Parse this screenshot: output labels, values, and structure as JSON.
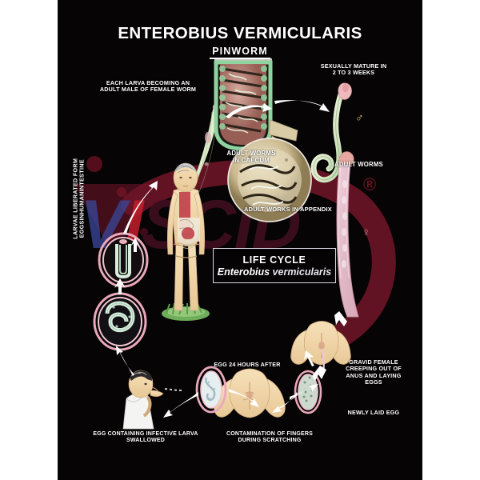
{
  "poster": {
    "title": "ENTEROBIUS VERMICULARIS",
    "subtitle": "PINWORM",
    "background_color": "#060404",
    "text_color": "#ffffff"
  },
  "lifecycle_box": {
    "line1": "LIFE CYCLE",
    "line2_genus": "Enterobius",
    "line2_species": "vermicularis"
  },
  "watermark": {
    "letters": [
      "V",
      "I",
      "SCID"
    ],
    "full_text": "VISCID",
    "registered_mark": "®",
    "color_v": "#384696",
    "color_i": "#c41e2c",
    "color_scid": "#3e0e1e"
  },
  "labels": {
    "larva_becoming_adult": "EACH LARVA BECOMING AN\nADULT MALE OF FEMALE WORM",
    "sexually_mature": "SEXUALLY MATURE IN\n2 TO 3 WEEKS",
    "adult_worms_caecum": "ADULT WORMS\nIN CAECUM",
    "adult_worms": "ADULT WORMS",
    "adult_works_appendix": "ADULT WORKS IN APPENDIX",
    "gravid_female": "GRAVID FEMALE\nCREEPING OUT OF\nANUS AND LAYING\nEGGS",
    "newly_laid_egg": "NEWLY LAID EGG",
    "egg_24_hours": "EGG 24 HOURS AFTER",
    "egg_swallowed": "EGG CONTAINING INFECTIVE LARVA\nSWALLOWED",
    "contamination_fingers": "CONTAMINATION OF FINGERS\nDURING SCRATCHING",
    "larvae_liberated": "LARVAE LIBERATED FORM EGGSINHUMANINTESTINE"
  },
  "symbols": {
    "male": "♂",
    "female": "♀"
  }
}
